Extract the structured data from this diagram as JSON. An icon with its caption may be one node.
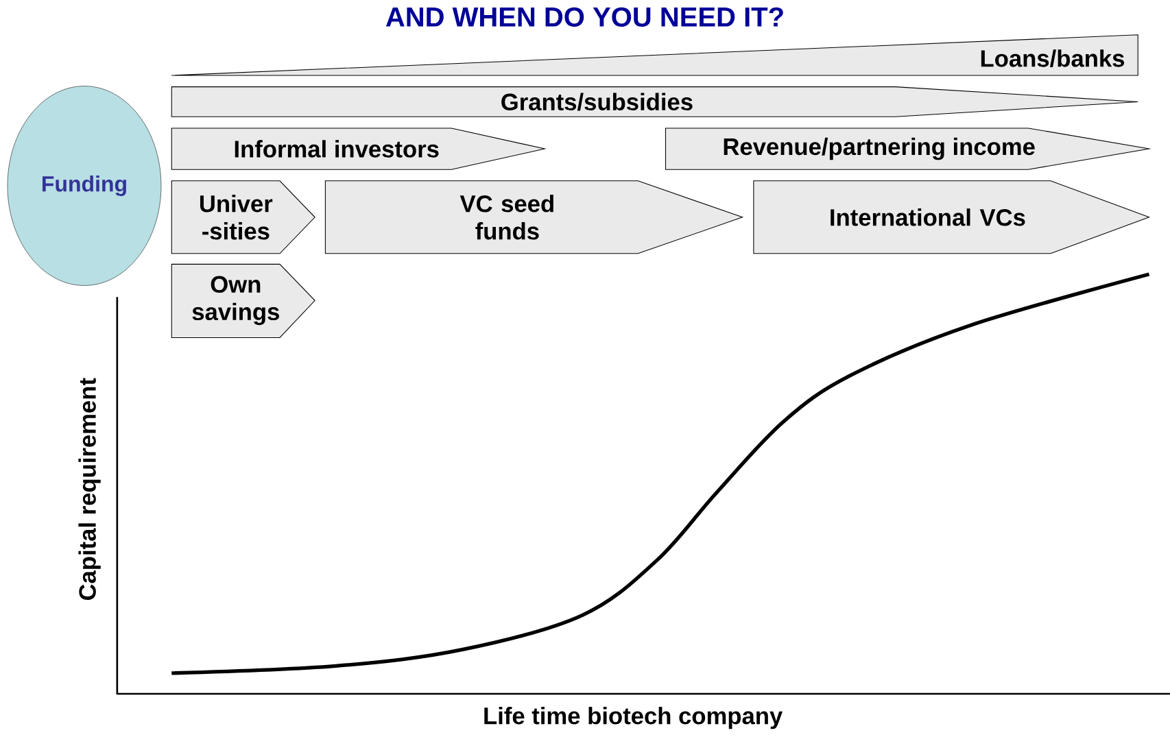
{
  "diagram": {
    "title": "AND WHEN DO YOU NEED IT?",
    "nodes": [
      {
        "text": [
          "Funding"
        ]
      },
      {
        "text": [
          "Loans/banks"
        ]
      },
      {
        "text": [
          "Grants/subsidies"
        ]
      },
      {
        "text": [
          "Informal investors"
        ]
      },
      {
        "text": [
          "Revenue/partnering income"
        ]
      },
      {
        "text": [
          "Univer -sities"
        ]
      },
      {
        "text": [
          "VC seed funds"
        ]
      },
      {
        "text": [
          "International VCs"
        ]
      },
      {
        "text": [
          "Own savings"
        ]
      }
    ],
    "labels": [
      "Capital requirement",
      "Life time biotech company"
    ]
  }
}
